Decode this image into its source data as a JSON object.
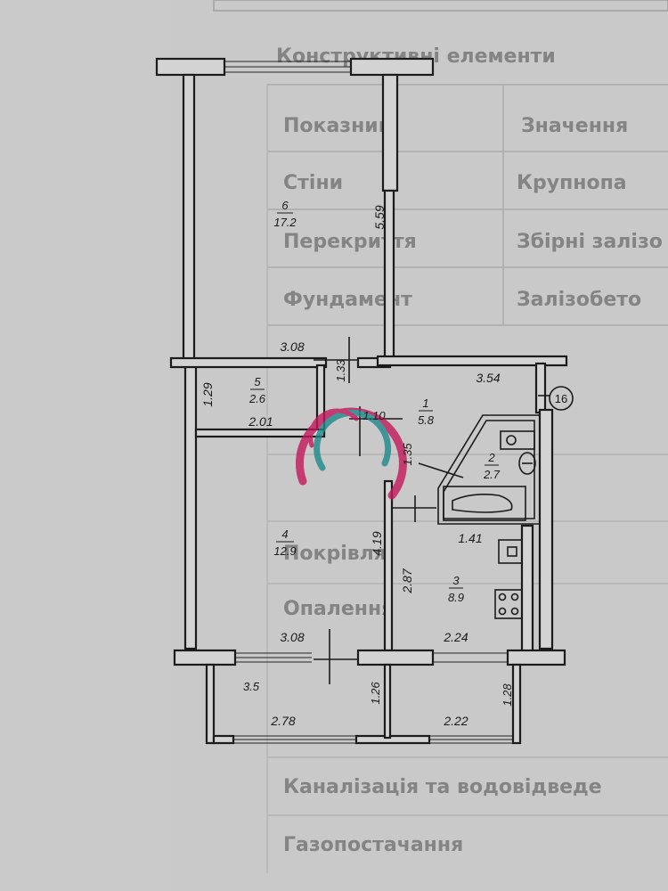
{
  "rooms": [
    {
      "number": "6",
      "area": "17.2"
    },
    {
      "number": "5",
      "area": "2.6"
    },
    {
      "number": "1",
      "area": "5.8"
    },
    {
      "number": "2",
      "area": "2.7"
    },
    {
      "number": "4",
      "area": "12.9"
    },
    {
      "number": "3",
      "area": "8.9"
    }
  ],
  "balcony_area": "3.5",
  "dimensions": {
    "room6_height": "5.59",
    "room6_width": "3.08",
    "corridor_width": "3.54",
    "room5_height": "1.29",
    "room5_width": "2.01",
    "passage_width": "1.33",
    "door_width": "1.10",
    "bath_depth": "1.35",
    "room4_height": "4.19",
    "room4_width": "3.08",
    "kitchen_height": "2.87",
    "kitchen_width": "2.24",
    "bath_width": "1.41",
    "balcony1_width": "2.78",
    "balcony1_depth": "1.26",
    "balcony2_width": "2.22",
    "balcony2_depth": "1.28"
  },
  "marker": "16",
  "background_text": [
    "Конструктивні елементи",
    "Показник",
    "Значення",
    "Стіни",
    "Крупнопа",
    "Перекриття",
    "Збірні залізо",
    "Фундамент",
    "Залізобето",
    "Покрівля",
    "Опалення",
    "Каналізація та водовідведе",
    "Газопостачання"
  ],
  "colors": {
    "paper": "#c9c9c9",
    "ink": "#1b1b1b",
    "logo_pink": "#c2185b",
    "logo_teal": "#1e8a8a"
  }
}
